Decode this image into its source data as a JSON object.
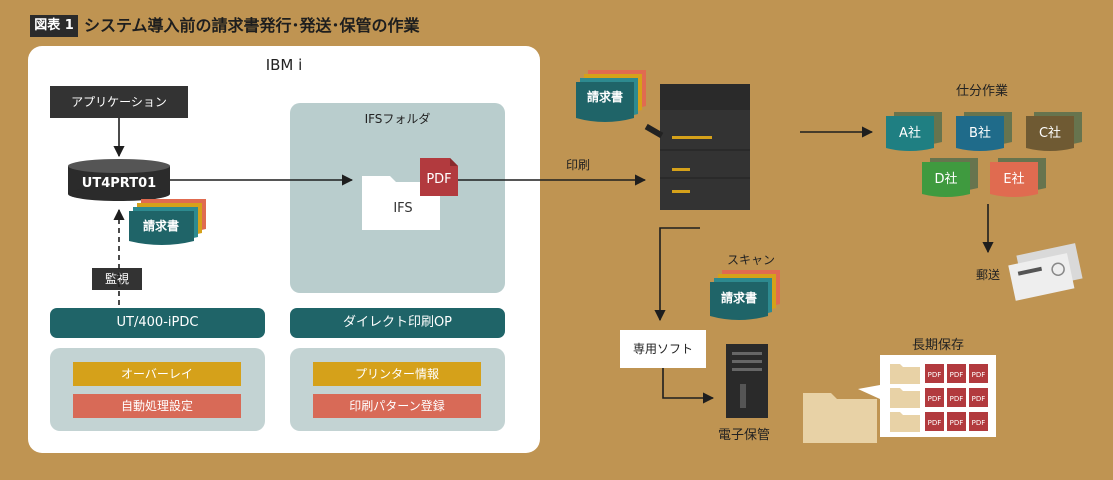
{
  "header": {
    "badge": "図表 1",
    "title": "システム導入前の請求書発行･発送･保管の作業"
  },
  "ibm": {
    "label": "IBM i",
    "application_label": "アプリケーション",
    "outq_label": "UT4PRT01",
    "invoice_label": "請求書",
    "monitor_label": "監視",
    "product_label": "UT/400-iPDC",
    "options": [
      "オーバーレイ",
      "自動処理設定"
    ]
  },
  "ifs": {
    "folder_title": "IFSフォルダ",
    "folder_label": "IFS",
    "pdf_label": "PDF",
    "product_label": "ダイレクト印刷OP",
    "options": [
      "プリンター情報",
      "印刷パターン登録"
    ]
  },
  "flow": {
    "print_label": "印刷",
    "invoice_label": "請求書",
    "scan_label": "スキャン",
    "scan_invoice_label": "請求書",
    "software_label": "専用ソフト",
    "e_storage_label": "電子保管",
    "long_term_label": "長期保存",
    "sort_label": "仕分作業",
    "mail_label": "郵送",
    "companies": [
      "A社",
      "B社",
      "C社",
      "D社",
      "E社"
    ],
    "pdf_tile_label": "PDF"
  },
  "colors": {
    "background": "#bf9452",
    "teal": "#1f6468",
    "pdf_red": "#b23a3e"
  }
}
